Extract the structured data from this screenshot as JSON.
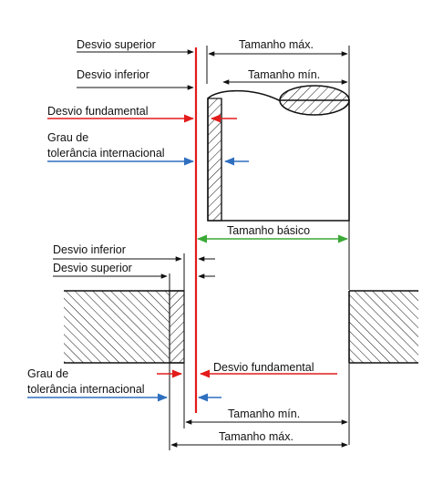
{
  "colors": {
    "ink": "#111111",
    "red": "#e31b1b",
    "blue": "#2f6fbf",
    "green": "#3aa935"
  },
  "shaft": {
    "upper_deviation": "Desvio superior",
    "lower_deviation": "Desvio inferior",
    "fundamental_deviation": "Desvio fundamental",
    "tolerance_grade_line1": "Grau de",
    "tolerance_grade_line2": "tolerância internacional",
    "max_size": "Tamanho máx.",
    "min_size": "Tamanho mín."
  },
  "basic_size": "Tamanho básico",
  "hole": {
    "lower_deviation": "Desvio inferior",
    "upper_deviation": "Desvio superior",
    "fundamental_deviation": "Desvio fundamental",
    "tolerance_grade_line1": "Grau de",
    "tolerance_grade_line2": "tolerância internacional",
    "min_size": "Tamanho mín.",
    "max_size": "Tamanho máx."
  }
}
